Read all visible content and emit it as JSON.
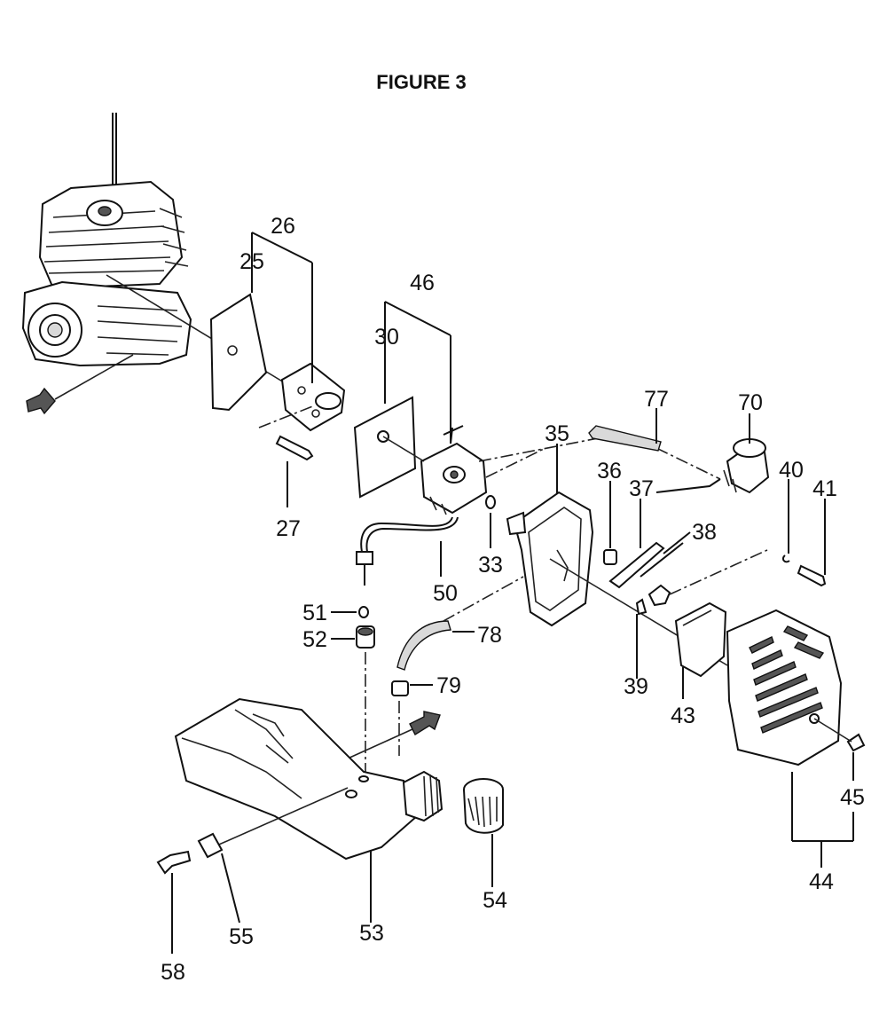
{
  "figure": {
    "title": "FIGURE 3"
  },
  "parts": {
    "p25": "25",
    "p26": "26",
    "p27": "27",
    "p30": "30",
    "p33": "33",
    "p35": "35",
    "p36": "36",
    "p37": "37",
    "p38": "38",
    "p39": "39",
    "p40": "40",
    "p41": "41",
    "p43": "43",
    "p44": "44",
    "p45": "45",
    "p46": "46",
    "p50": "50",
    "p51": "51",
    "p52": "52",
    "p53": "53",
    "p54": "54",
    "p55": "55",
    "p58": "58",
    "p70": "70",
    "p77": "77",
    "p78": "78",
    "p79": "79"
  }
}
